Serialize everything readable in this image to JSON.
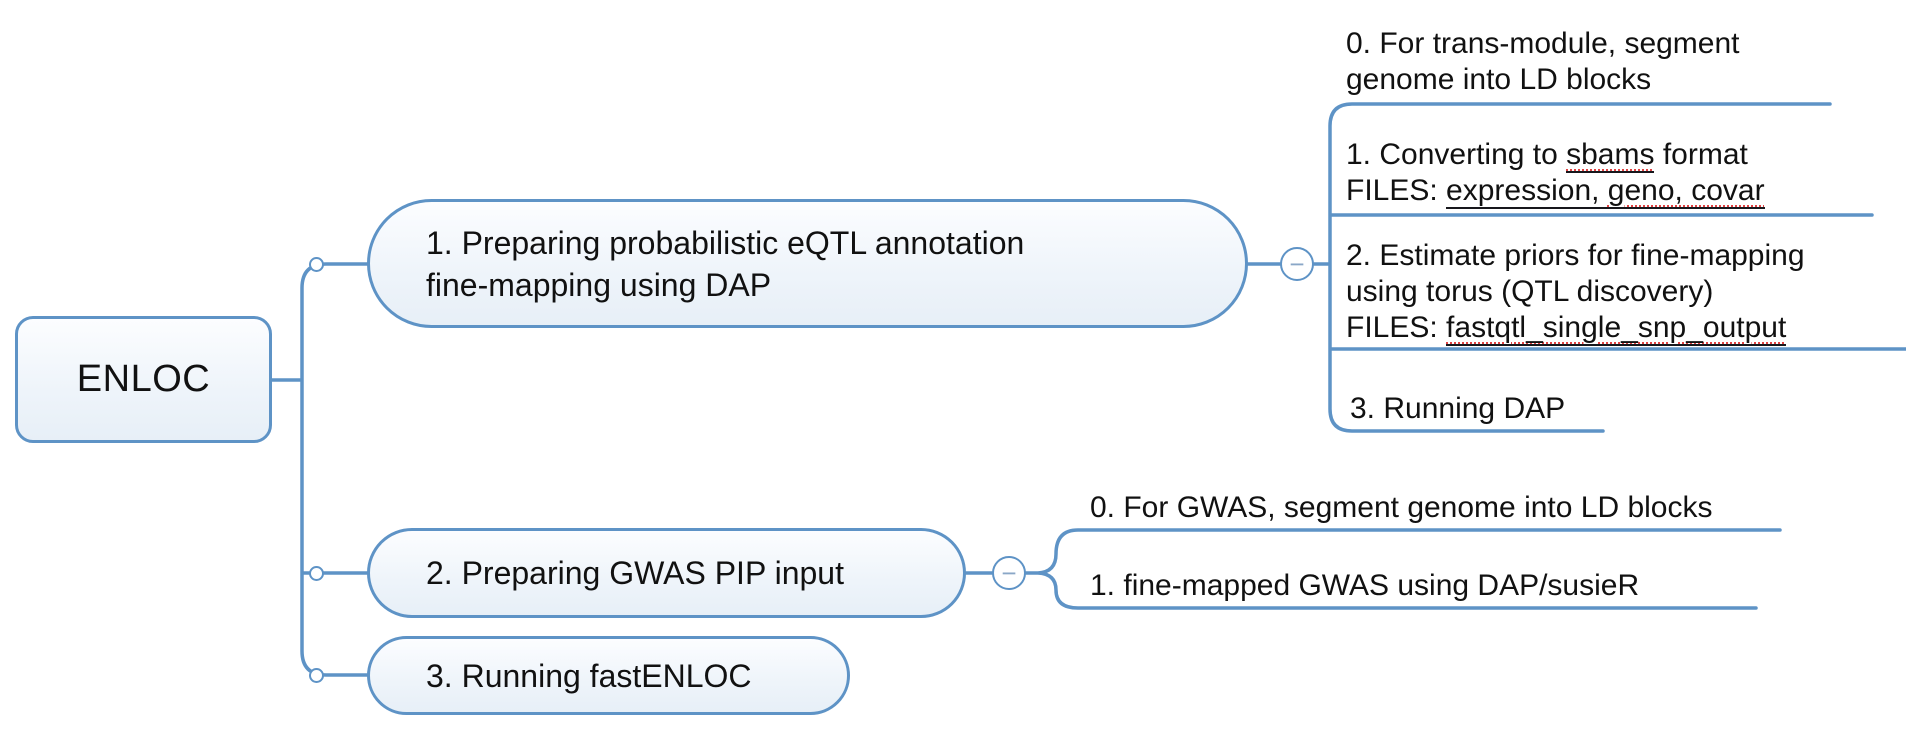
{
  "colors": {
    "line": "#5e93c6",
    "node_border": "#5e93c6",
    "text": "#111111",
    "spell": "#e04343"
  },
  "icons": {
    "collapse": "−"
  },
  "root": {
    "label": "ENLOC"
  },
  "branches": [
    {
      "label": "1. Preparing probabilistic eQTL annotation\nfine-mapping using DAP",
      "children": {
        "c0": {
          "line1": "0. For trans-module, segment",
          "line2": "genome into LD blocks"
        },
        "c1": {
          "line1_pre": "1. Converting to ",
          "line1_term": "sbams",
          "line1_post": " format",
          "line2_pre": "FILES: ",
          "line2_term1": "expression, ",
          "line2_term2": "geno, covar"
        },
        "c2": {
          "line1": "2. Estimate priors for fine-mapping",
          "line2": "using torus (QTL discovery)",
          "line3_pre": "FILES: ",
          "line3_term": "fastqtl_single_snp_output"
        },
        "c3": {
          "label": "3. Running DAP"
        }
      }
    },
    {
      "label": "2. Preparing GWAS PIP input",
      "children": {
        "c0": {
          "label": "0. For GWAS, segment genome into LD blocks"
        },
        "c1": {
          "label": "1. fine-mapped GWAS using DAP/susieR"
        }
      }
    },
    {
      "label": "3. Running fastENLOC"
    }
  ]
}
